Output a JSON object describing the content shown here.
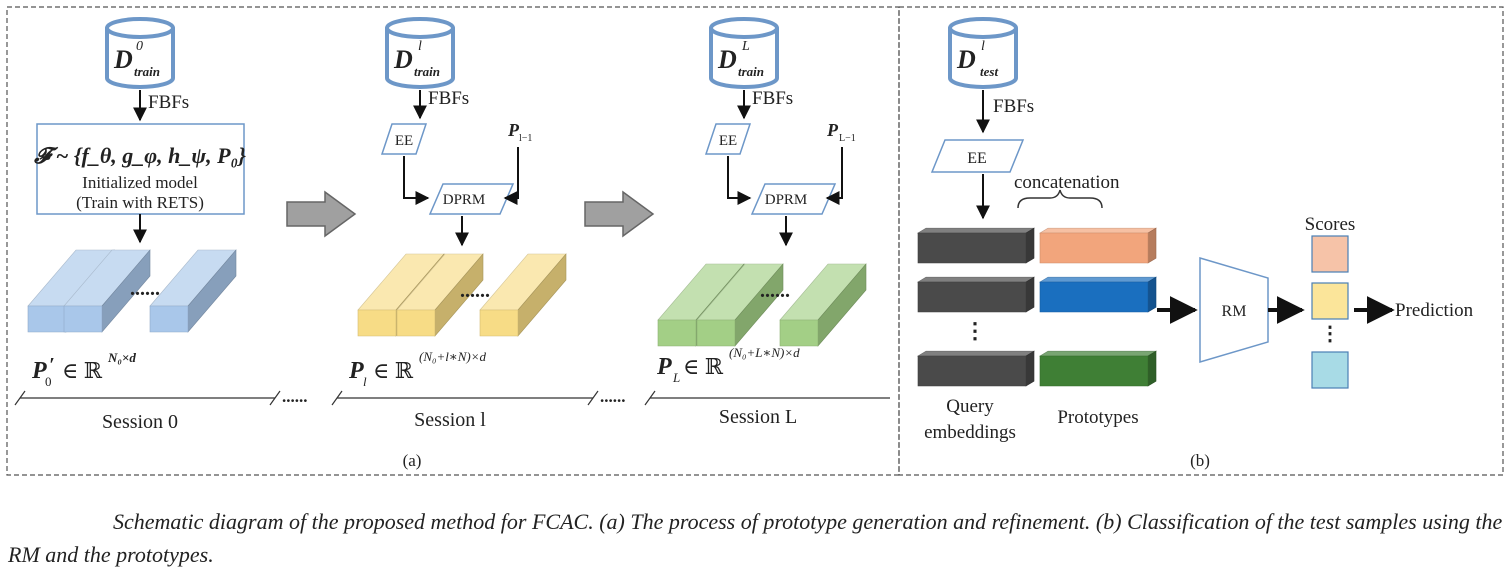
{
  "panel_a": {
    "label": "(a)",
    "sessions": [
      {
        "db_main": "D",
        "db_sup": "0",
        "db_sub": "train",
        "fbf": "FBFs",
        "model_formula": "𝓕 ~ {f_θ, g_φ, h_ψ, P₀}",
        "model_line1": "Initialized model",
        "model_line2": "(Train with RETS)",
        "proto_main": "P",
        "proto_sub": "0",
        "proto_prime": "′",
        "proto_set": "∈ ℝ",
        "proto_dim": "N₀×d",
        "session_label": "Session 0",
        "bar_color": "#a9c7ea",
        "dots": "......"
      },
      {
        "db_main": "D",
        "db_sup": "l",
        "db_sub": "train",
        "fbf": "FBFs",
        "ee": "EE",
        "prev_main": "P",
        "prev_sub": "l−1",
        "dprm": "DPRM",
        "proto_main": "P",
        "proto_sub": "l",
        "proto_set": "∈ ℝ",
        "proto_dim": "(N₀+l∗N)×d",
        "session_label": "Session l",
        "bar_color": "#f7dc86",
        "dots": "......"
      },
      {
        "db_main": "D",
        "db_sup": "L",
        "db_sub": "train",
        "fbf": "FBFs",
        "ee": "EE",
        "prev_main": "P",
        "prev_sub": "L−1",
        "dprm": "DPRM",
        "proto_main": "P",
        "proto_sub": "L",
        "proto_set": "∈ ℝ",
        "proto_dim": "(N₀+L∗N)×d",
        "session_label": "Session L",
        "bar_color": "#a3cf86",
        "dots": "......"
      }
    ],
    "separator_dots": "......"
  },
  "panel_b": {
    "label": "(b)",
    "db_main": "D",
    "db_sup": "l",
    "db_sub": "test",
    "fbf": "FBFs",
    "ee": "EE",
    "concatenation": "concatenation",
    "query_label_1": "Query",
    "query_label_2": "embeddings",
    "prototypes_label": "Prototypes",
    "rm": "RM",
    "scores": "Scores",
    "prediction": "Prediction",
    "vdots": "⋮",
    "query_color": "#4a4a4a",
    "prototype_colors": [
      "#f2a57c",
      "#1a6fbf",
      "#3f7f35"
    ],
    "score_colors": [
      "#f6c3a8",
      "#fbe59a",
      "#a8dbe6"
    ]
  },
  "caption": "Schematic diagram of the proposed method for FCAC. (a) The process of prototype generation and refinement. (b) Classification of the test samples using the RM and the prototypes."
}
